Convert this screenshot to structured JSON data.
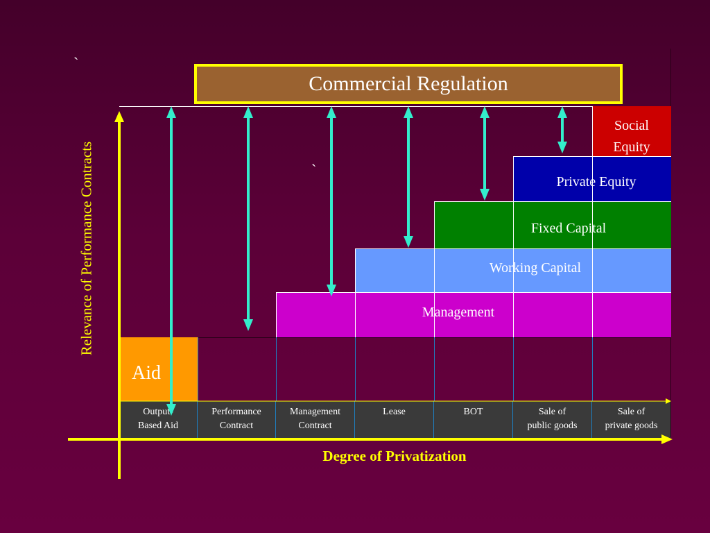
{
  "title": "Commercial Regulation",
  "axes": {
    "y_label": "Relevance of Performance Contracts",
    "x_label": "Degree of Privatization"
  },
  "layers": {
    "aid": "Aid",
    "management": "Management",
    "working_capital": "Working Capital",
    "fixed_capital": "Fixed Capital",
    "private_equity": "Private Equity",
    "social_equity_line1": "Social",
    "social_equity_line2": "Equity"
  },
  "categories": [
    {
      "line1": "Output-",
      "line2": "Based Aid"
    },
    {
      "line1": "Performance",
      "line2": "Contract"
    },
    {
      "line1": "Management",
      "line2": "Contract"
    },
    {
      "line1": "Lease",
      "line2": ""
    },
    {
      "line1": "BOT",
      "line2": ""
    },
    {
      "line1": "Sale of",
      "line2": "public goods"
    },
    {
      "line1": "Sale of",
      "line2": "private goods"
    }
  ],
  "stray_marks": [
    "`",
    "`"
  ],
  "colors": {
    "background": "#5c0038",
    "title_fill": "#9a6230",
    "title_border": "#ffff00",
    "axis": "#ffff00",
    "aid": "#ff9900",
    "management": "#cc00cc",
    "working_capital": "#6699ff",
    "fixed_capital": "#008000",
    "private_equity": "#0000aa",
    "social_equity": "#cc0000",
    "arrow": "#33eecc",
    "category_band": "#3a3a3a"
  }
}
